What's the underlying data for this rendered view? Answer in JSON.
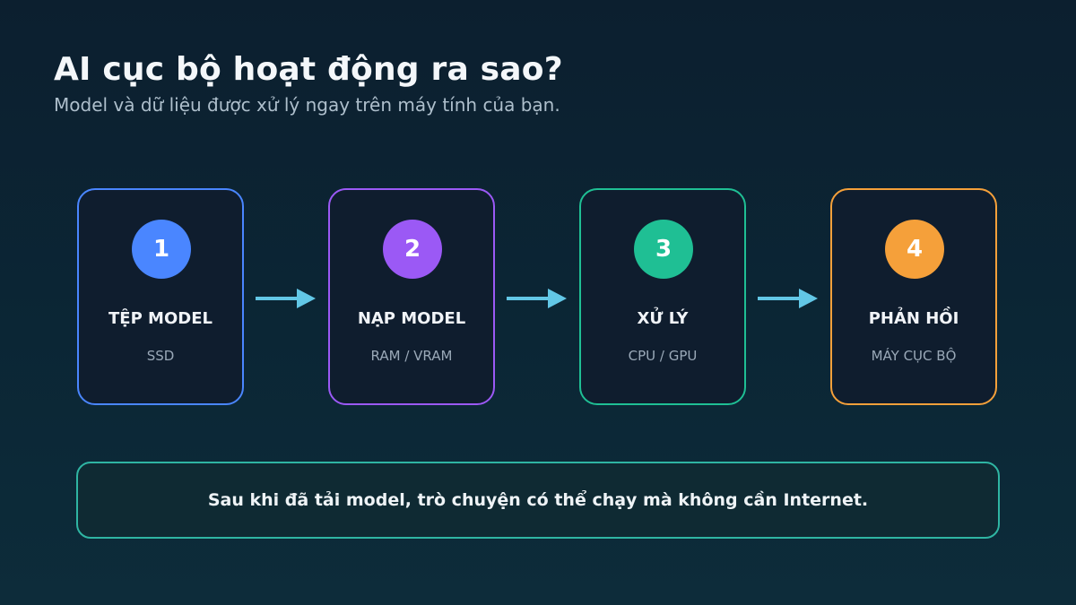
{
  "header": {
    "title": "AI cục bộ hoạt động ra sao?",
    "subtitle": "Model và dữ liệu được xử lý ngay trên máy tính của bạn."
  },
  "steps": [
    {
      "number": "1",
      "title": "TỆP MODEL",
      "subtitle": "SSD",
      "color": "#4a86ff"
    },
    {
      "number": "2",
      "title": "NẠP MODEL",
      "subtitle": "RAM / VRAM",
      "color": "#9b59f5"
    },
    {
      "number": "3",
      "title": "XỬ LÝ",
      "subtitle": "CPU / GPU",
      "color": "#1fbf94"
    },
    {
      "number": "4",
      "title": "PHẢN HỒI",
      "subtitle": "MÁY CỤC BỘ",
      "color": "#f5a03a"
    }
  ],
  "arrows": {
    "color": "#62c7e6",
    "icon": "arrow-right-icon"
  },
  "note": {
    "text": "Sau khi đã tải model, trò chuyện có thể chạy mà không cần Internet.",
    "border_color": "#2fb5a3"
  }
}
